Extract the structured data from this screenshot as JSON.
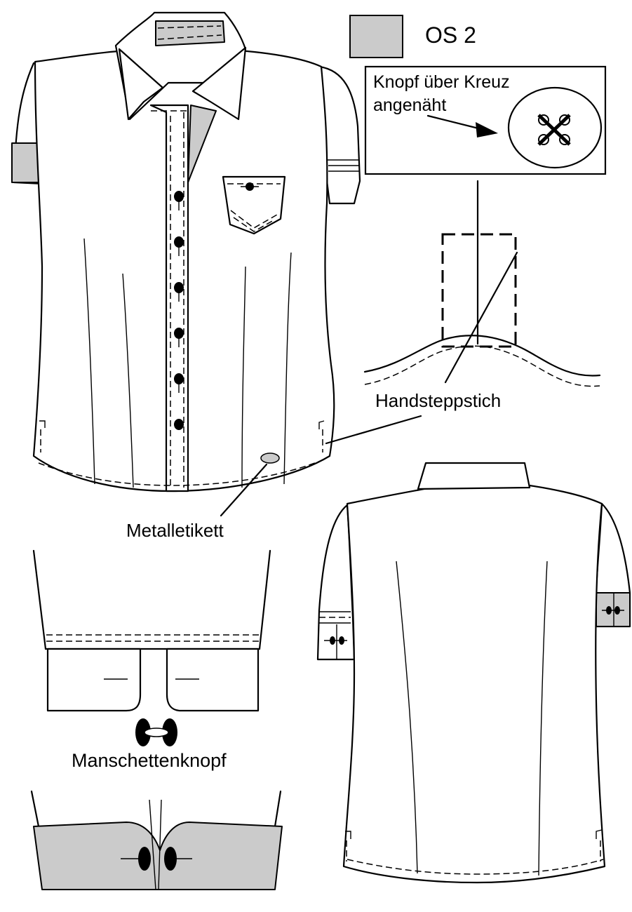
{
  "swatch": {
    "code": "OS 2",
    "color": "#cbcbcb"
  },
  "callout": {
    "line1": "Knopf über Kreuz",
    "line2": "angenäht"
  },
  "labels": {
    "handsteppstich": "Handsteppstich",
    "metalletikett": "Metalletikett",
    "manschettenknopf": "Manschettenknopf"
  },
  "colors": {
    "accent_grey": "#cbcbcb",
    "line": "#000000",
    "background": "#ffffff"
  }
}
